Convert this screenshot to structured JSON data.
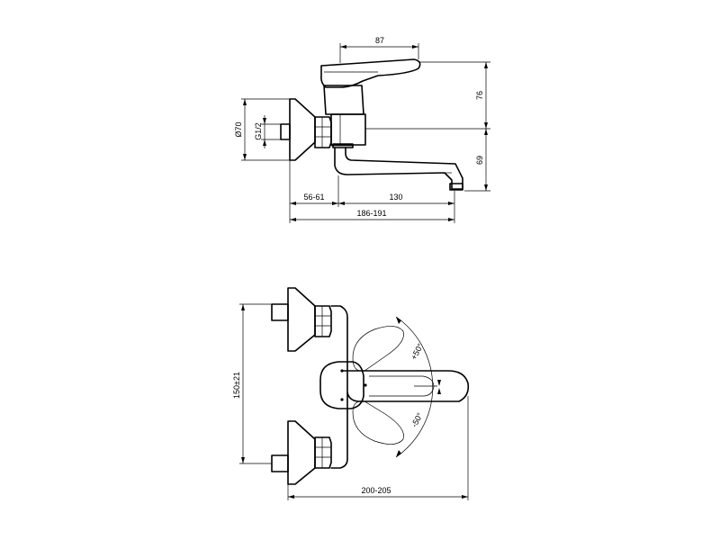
{
  "dimensions": {
    "top_handle_reach": "87",
    "top_height_upper": "76",
    "top_height_lower": "69",
    "top_diameter": "Ø70",
    "top_thread": "G1/2",
    "top_wall_offset": "56-61",
    "top_spout_reach": "130",
    "top_total_length": "186-191",
    "bottom_center_distance": "150±21",
    "bottom_total_width": "200-205",
    "bottom_angle_up": "+50°",
    "bottom_angle_down": "-50°"
  }
}
